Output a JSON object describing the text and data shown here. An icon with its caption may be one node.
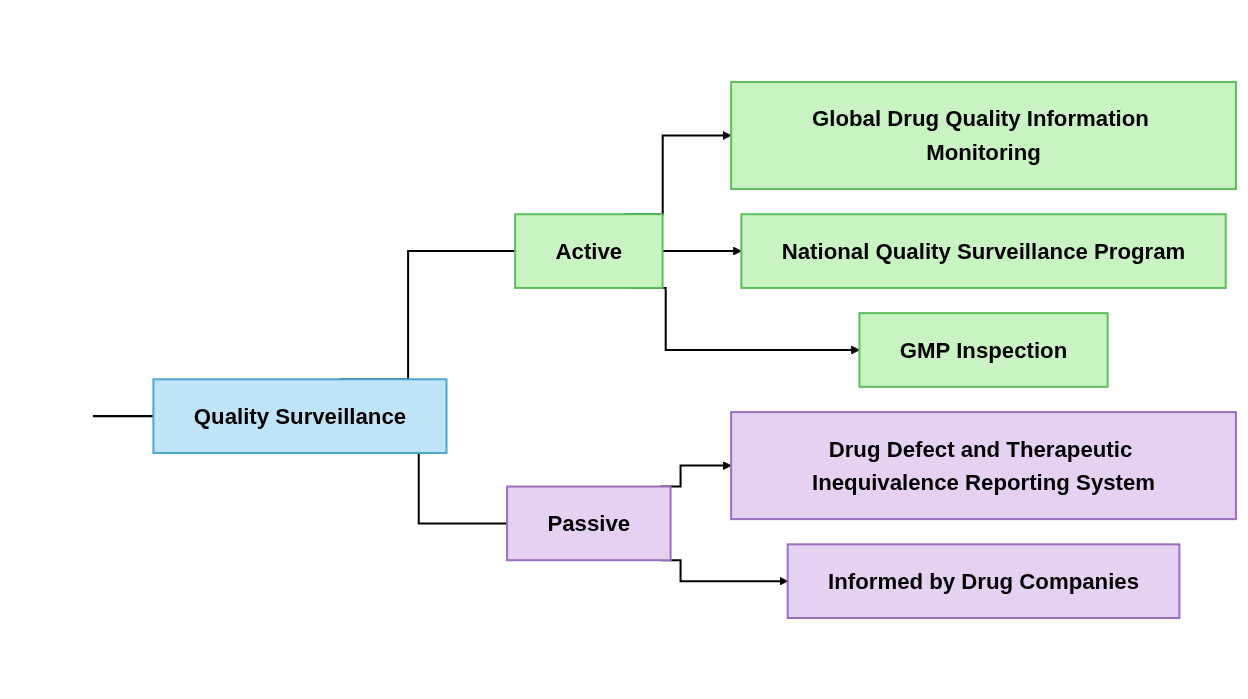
{
  "diagram": {
    "nodes": [
      {
        "text": [
          "Quality Surveillance"
        ]
      },
      {
        "text": [
          "Active"
        ]
      },
      {
        "text": [
          "Global Drug Quality Information Monitoring"
        ]
      },
      {
        "text": [
          "National Quality Surveillance Program"
        ]
      },
      {
        "text": [
          "GMP Inspection"
        ]
      },
      {
        "text": [
          "Passive"
        ]
      },
      {
        "text": [
          "Drug Defect and Therapeutic Inequivalence Reporting System"
        ]
      },
      {
        "text": [
          "Informed by Drug Companies"
        ]
      }
    ],
    "edges": [
      {
        "from": null,
        "to": 0,
        "arrow": "none"
      },
      {
        "from": 0,
        "to": 1,
        "arrow": "none"
      },
      {
        "from": 0,
        "to": 5,
        "arrow": "none"
      },
      {
        "from": 1,
        "to": 2,
        "arrow": "to"
      },
      {
        "from": 1,
        "to": 3,
        "arrow": "to"
      },
      {
        "from": 1,
        "to": 4,
        "arrow": "to"
      },
      {
        "from": 5,
        "to": 6,
        "arrow": "to"
      },
      {
        "from": 5,
        "to": 7,
        "arrow": "to"
      }
    ]
  }
}
